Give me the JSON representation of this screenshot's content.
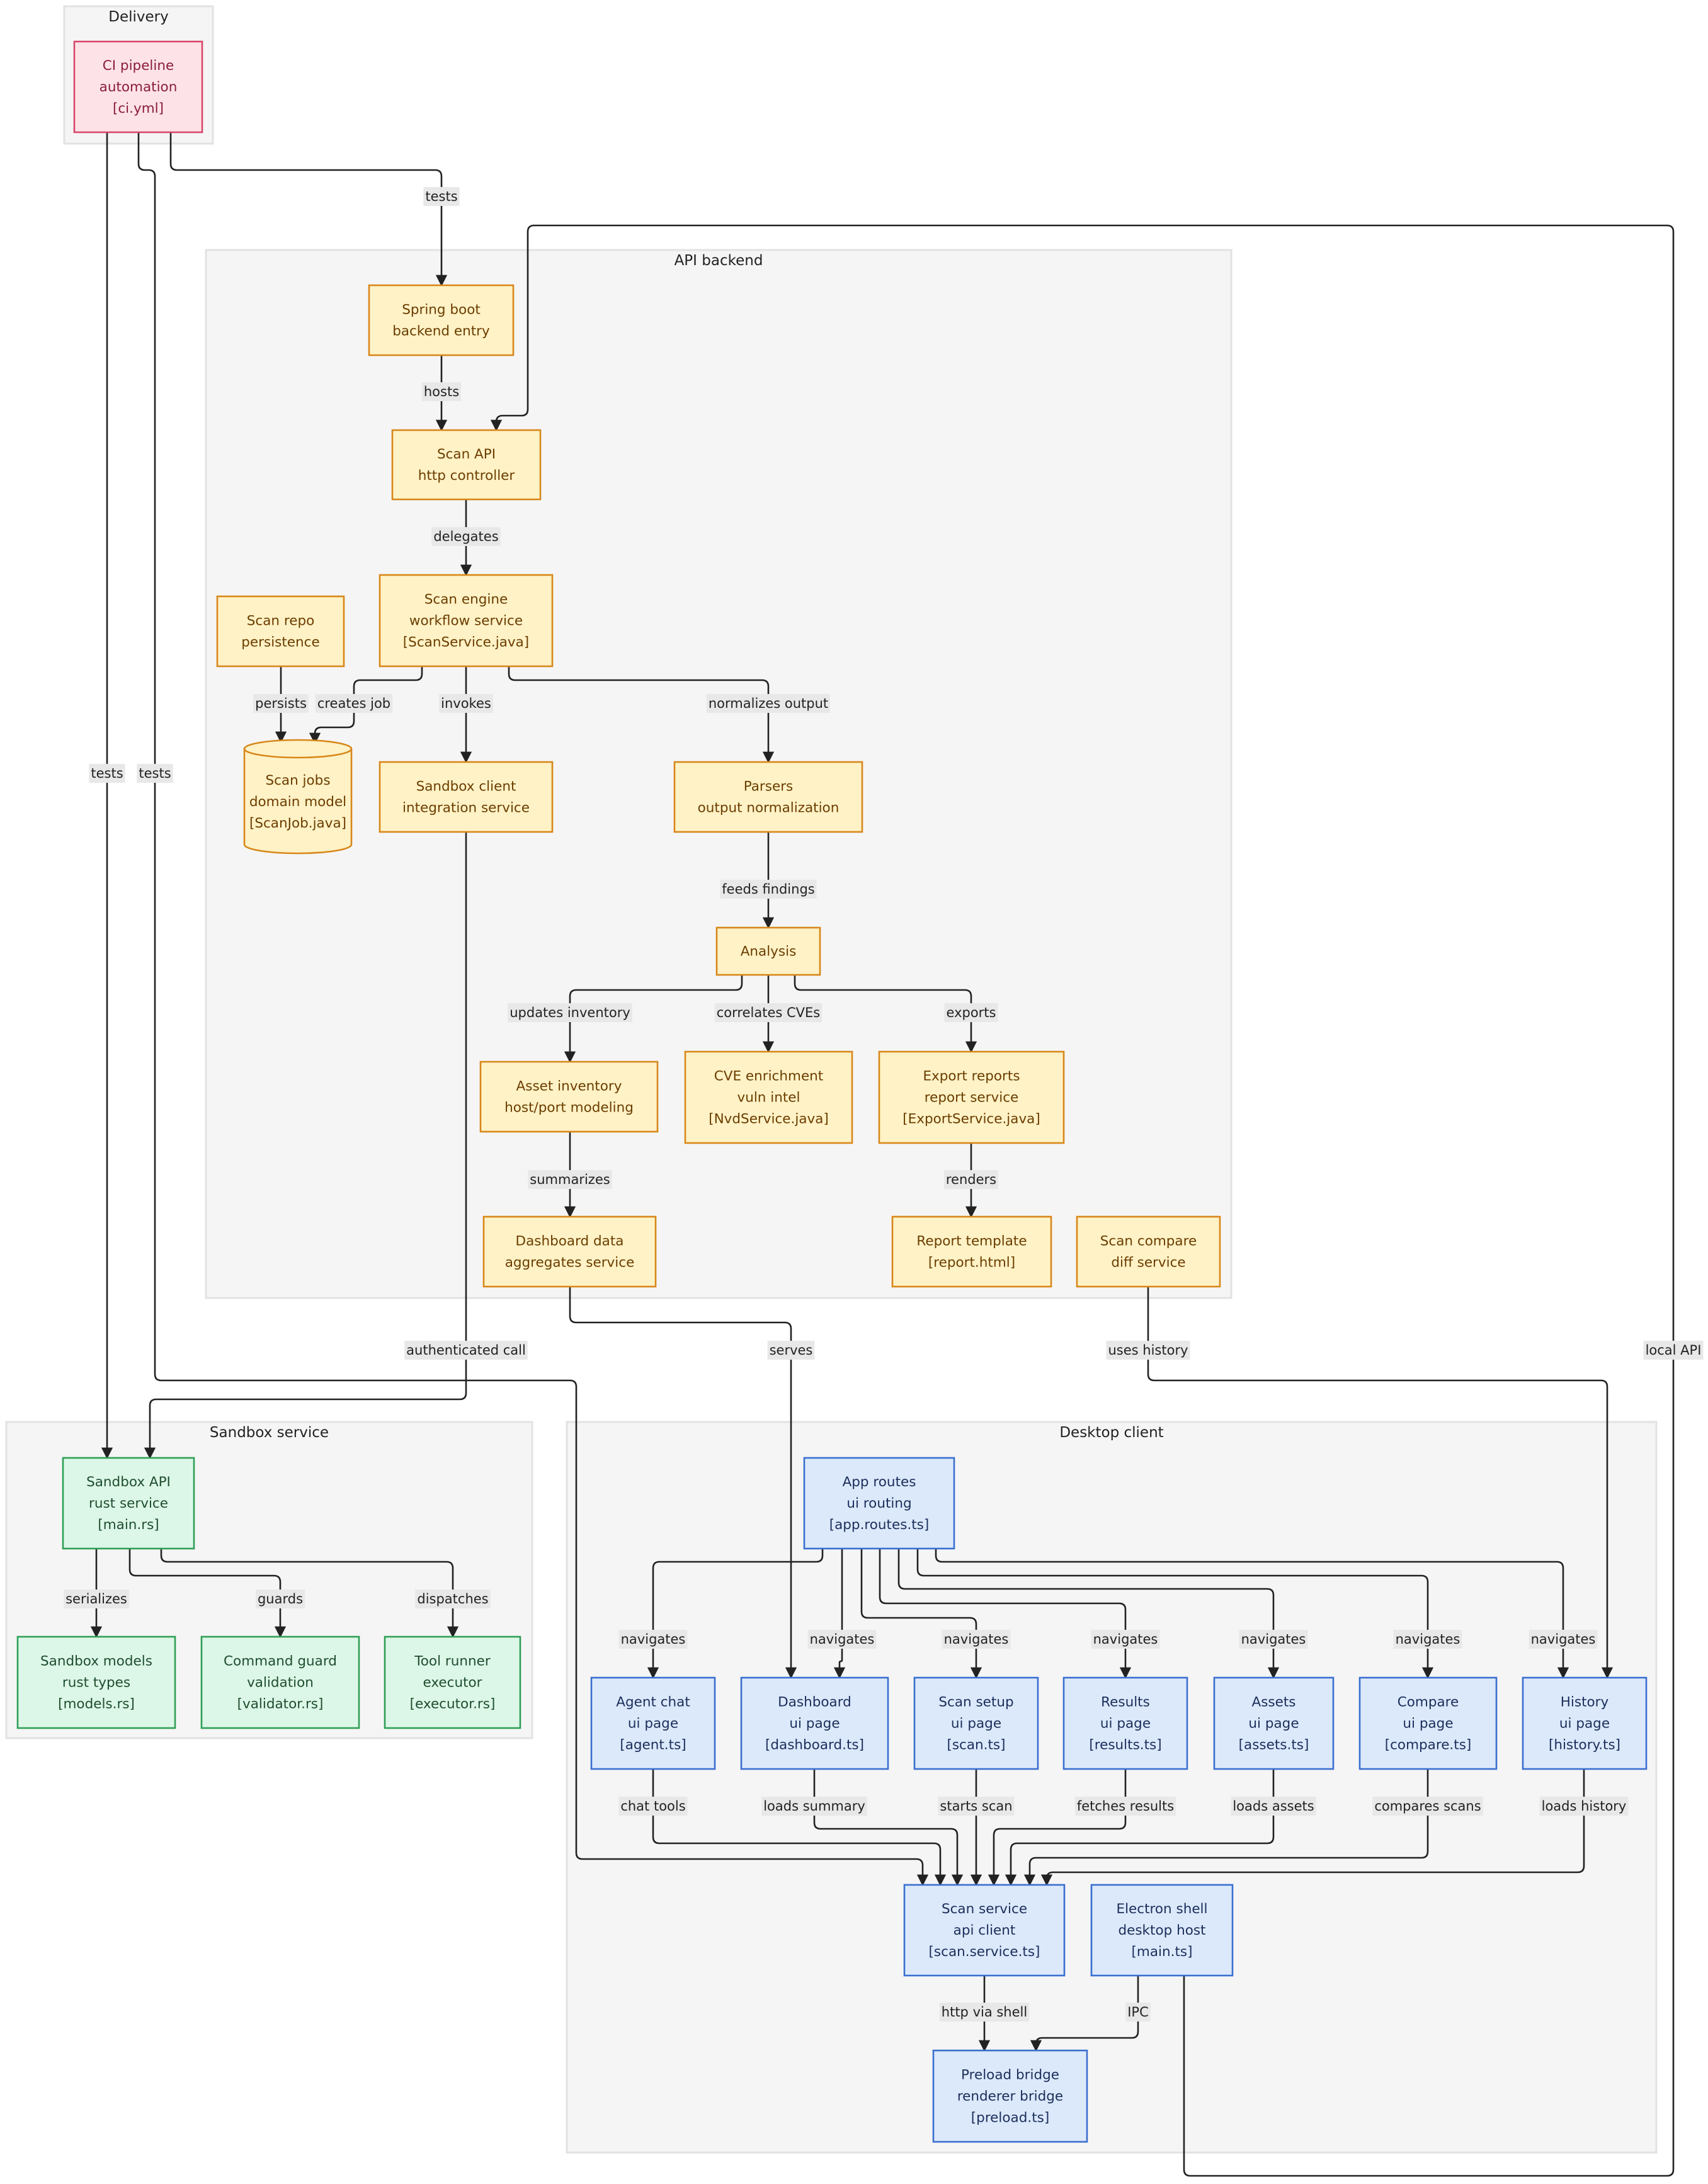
{
  "colors": {
    "pink": {
      "fill": "#fde3e8",
      "stroke": "#d9466b",
      "text": "#8a1c3c"
    },
    "yellow": {
      "fill": "#fff2c6",
      "stroke": "#d8871a",
      "text": "#6b3d00"
    },
    "green": {
      "fill": "#dcf7e7",
      "stroke": "#2e9f55",
      "text": "#1f4d2f"
    },
    "blue": {
      "fill": "#dce9fb",
      "stroke": "#3a6fd0",
      "text": "#1b2e5a"
    }
  },
  "clusters": [
    {
      "id": "delivery",
      "title": "Delivery"
    },
    {
      "id": "api",
      "title": "API backend"
    },
    {
      "id": "sandbox",
      "title": "Sandbox service"
    },
    {
      "id": "desktop",
      "title": "Desktop client"
    }
  ],
  "nodes": [
    {
      "id": "ci",
      "color": "pink",
      "lines": [
        "CI pipeline",
        "automation",
        "[ci.yml]"
      ]
    },
    {
      "id": "spring",
      "color": "yellow",
      "lines": [
        "Spring boot",
        "backend entry"
      ]
    },
    {
      "id": "scanapi",
      "color": "yellow",
      "lines": [
        "Scan API",
        "http controller"
      ]
    },
    {
      "id": "engine",
      "color": "yellow",
      "lines": [
        "Scan engine",
        "workflow service",
        "[ScanService.java]"
      ]
    },
    {
      "id": "repo",
      "color": "yellow",
      "lines": [
        "Scan repo",
        "persistence"
      ]
    },
    {
      "id": "jobs",
      "color": "yellow",
      "shape": "cylinder",
      "lines": [
        "Scan jobs",
        "domain model",
        "[ScanJob.java]"
      ]
    },
    {
      "id": "sbclient",
      "color": "yellow",
      "lines": [
        "Sandbox client",
        "integration service"
      ]
    },
    {
      "id": "parsers",
      "color": "yellow",
      "lines": [
        "Parsers",
        "output normalization"
      ]
    },
    {
      "id": "analysis",
      "color": "yellow",
      "lines": [
        "Analysis"
      ]
    },
    {
      "id": "asset",
      "color": "yellow",
      "lines": [
        "Asset inventory",
        "host/port modeling"
      ]
    },
    {
      "id": "cve",
      "color": "yellow",
      "lines": [
        "CVE enrichment",
        "vuln intel",
        "[NvdService.java]"
      ]
    },
    {
      "id": "export",
      "color": "yellow",
      "lines": [
        "Export reports",
        "report service",
        "[ExportService.java]"
      ]
    },
    {
      "id": "dashdata",
      "color": "yellow",
      "lines": [
        "Dashboard data",
        "aggregates service"
      ]
    },
    {
      "id": "template",
      "color": "yellow",
      "lines": [
        "Report template",
        "[report.html]"
      ]
    },
    {
      "id": "compare",
      "color": "yellow",
      "lines": [
        "Scan compare",
        "diff service"
      ]
    },
    {
      "id": "sbapi",
      "color": "green",
      "lines": [
        "Sandbox API",
        "rust service",
        "[main.rs]"
      ]
    },
    {
      "id": "sbmodels",
      "color": "green",
      "lines": [
        "Sandbox models",
        "rust types",
        "[models.rs]"
      ]
    },
    {
      "id": "guard",
      "color": "green",
      "lines": [
        "Command guard",
        "validation",
        "[validator.rs]"
      ]
    },
    {
      "id": "runner",
      "color": "green",
      "lines": [
        "Tool runner",
        "executor",
        "[executor.rs]"
      ]
    },
    {
      "id": "routes",
      "color": "blue",
      "lines": [
        "App routes",
        "ui routing",
        "[app.routes.ts]"
      ]
    },
    {
      "id": "agent",
      "color": "blue",
      "lines": [
        "Agent chat",
        "ui page",
        "[agent.ts]"
      ]
    },
    {
      "id": "dashboard",
      "color": "blue",
      "lines": [
        "Dashboard",
        "ui page",
        "[dashboard.ts]"
      ]
    },
    {
      "id": "scansetup",
      "color": "blue",
      "lines": [
        "Scan setup",
        "ui page",
        "[scan.ts]"
      ]
    },
    {
      "id": "results",
      "color": "blue",
      "lines": [
        "Results",
        "ui page",
        "[results.ts]"
      ]
    },
    {
      "id": "assets",
      "color": "blue",
      "lines": [
        "Assets",
        "ui page",
        "[assets.ts]"
      ]
    },
    {
      "id": "comparepg",
      "color": "blue",
      "lines": [
        "Compare",
        "ui page",
        "[compare.ts]"
      ]
    },
    {
      "id": "history",
      "color": "blue",
      "lines": [
        "History",
        "ui page",
        "[history.ts]"
      ]
    },
    {
      "id": "scansvc",
      "color": "blue",
      "lines": [
        "Scan service",
        "api client",
        "[scan.service.ts]"
      ]
    },
    {
      "id": "electron",
      "color": "blue",
      "lines": [
        "Electron shell",
        "desktop host",
        "[main.ts]"
      ]
    },
    {
      "id": "preload",
      "color": "blue",
      "lines": [
        "Preload bridge",
        "renderer bridge",
        "[preload.ts]"
      ]
    }
  ],
  "edges": [
    {
      "id": "e_ci_spring",
      "label": "tests"
    },
    {
      "id": "e_ci_sbapi",
      "label": "tests"
    },
    {
      "id": "e_ci_scansvc",
      "label": "tests"
    },
    {
      "id": "e_spring_scanapi",
      "label": "hosts"
    },
    {
      "id": "e_electron_scanapi",
      "label": "local API"
    },
    {
      "id": "e_scanapi_engine",
      "label": "delegates"
    },
    {
      "id": "e_repo_jobs",
      "label": "persists"
    },
    {
      "id": "e_engine_jobs",
      "label": "creates job"
    },
    {
      "id": "e_engine_sbclient",
      "label": "invokes"
    },
    {
      "id": "e_engine_parsers",
      "label": "normalizes output"
    },
    {
      "id": "e_parsers_analysis",
      "label": "feeds findings"
    },
    {
      "id": "e_analysis_asset",
      "label": "updates inventory"
    },
    {
      "id": "e_analysis_cve",
      "label": "correlates CVEs"
    },
    {
      "id": "e_analysis_export",
      "label": "exports"
    },
    {
      "id": "e_asset_dashdata",
      "label": "summarizes"
    },
    {
      "id": "e_export_template",
      "label": "renders"
    },
    {
      "id": "e_sbclient_sbapi",
      "label": "authenticated call"
    },
    {
      "id": "e_dashdata_dashboard",
      "label": "serves"
    },
    {
      "id": "e_compare_history",
      "label": "uses history"
    },
    {
      "id": "e_sbapi_models",
      "label": "serializes"
    },
    {
      "id": "e_sbapi_guard",
      "label": "guards"
    },
    {
      "id": "e_sbapi_runner",
      "label": "dispatches"
    },
    {
      "id": "e_routes_agent",
      "label": "navigates"
    },
    {
      "id": "e_routes_dashboard",
      "label": "navigates"
    },
    {
      "id": "e_routes_scansetup",
      "label": "navigates"
    },
    {
      "id": "e_routes_results",
      "label": "navigates"
    },
    {
      "id": "e_routes_assets",
      "label": "navigates"
    },
    {
      "id": "e_routes_compare",
      "label": "navigates"
    },
    {
      "id": "e_routes_history",
      "label": "navigates"
    },
    {
      "id": "e_agent_scansvc",
      "label": "chat tools"
    },
    {
      "id": "e_dashboard_scansvc",
      "label": "loads summary"
    },
    {
      "id": "e_scansetup_scansvc",
      "label": "starts scan"
    },
    {
      "id": "e_results_scansvc",
      "label": "fetches results"
    },
    {
      "id": "e_assets_scansvc",
      "label": "loads assets"
    },
    {
      "id": "e_compare_scansvc",
      "label": "compares scans"
    },
    {
      "id": "e_history_scansvc",
      "label": "loads history"
    },
    {
      "id": "e_scansvc_preload",
      "label": "http via shell"
    },
    {
      "id": "e_electron_preload",
      "label": "IPC"
    }
  ]
}
